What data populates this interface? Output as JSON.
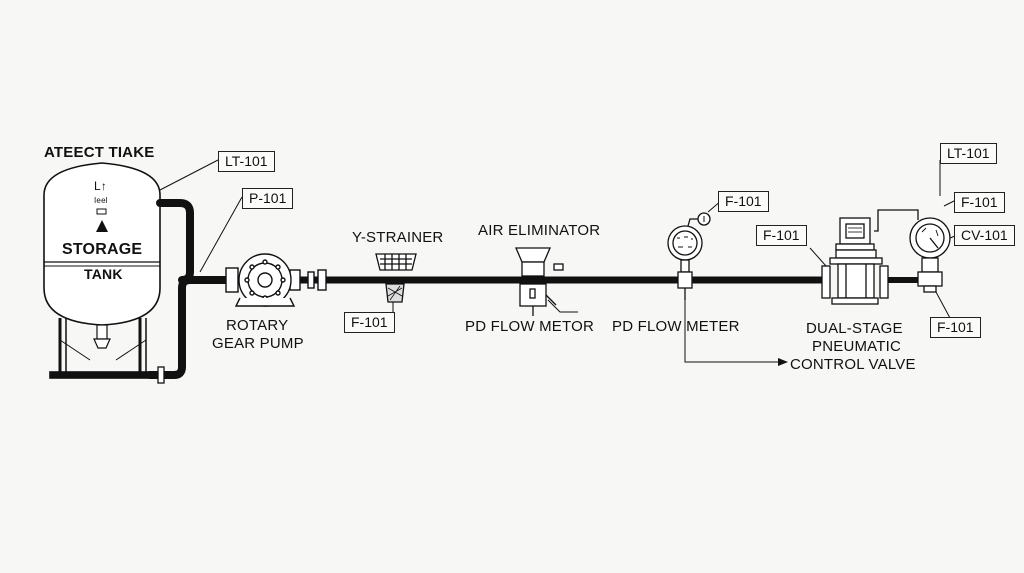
{
  "tank": {
    "header": "ATEECT TIAKE",
    "inner_code": "L↑",
    "inner_small": "Ieel",
    "name_line1": "STORAGE",
    "name_line2": "TANK"
  },
  "tags": {
    "lt_tank": "LT-101",
    "p_pump": "P-101",
    "f_strainer": "F-101",
    "f_meter_top": "F-101",
    "f_valve_left": "F-101",
    "lt_valve": "LT-101",
    "f_valve_right_top": "F-101",
    "cv": "CV-101",
    "f_valve_bottom": "F-101"
  },
  "labels": {
    "pump_line1": "ROTARY",
    "pump_line2": "GEAR PUMP",
    "strainer": "Y-STRAINER",
    "air_eliminator": "AIR ELIMINATOR",
    "pd_meter_1": "PD FLOW METOR",
    "pd_meter_2": "PD FLOW METER",
    "valve_line1": "DUAL-STAGE",
    "valve_line2": "PNEUMATIC",
    "valve_line3": "CONTROL VALVE"
  },
  "colors": {
    "line": "#111111",
    "background": "#f7f7f5",
    "fill": "#ffffff"
  }
}
